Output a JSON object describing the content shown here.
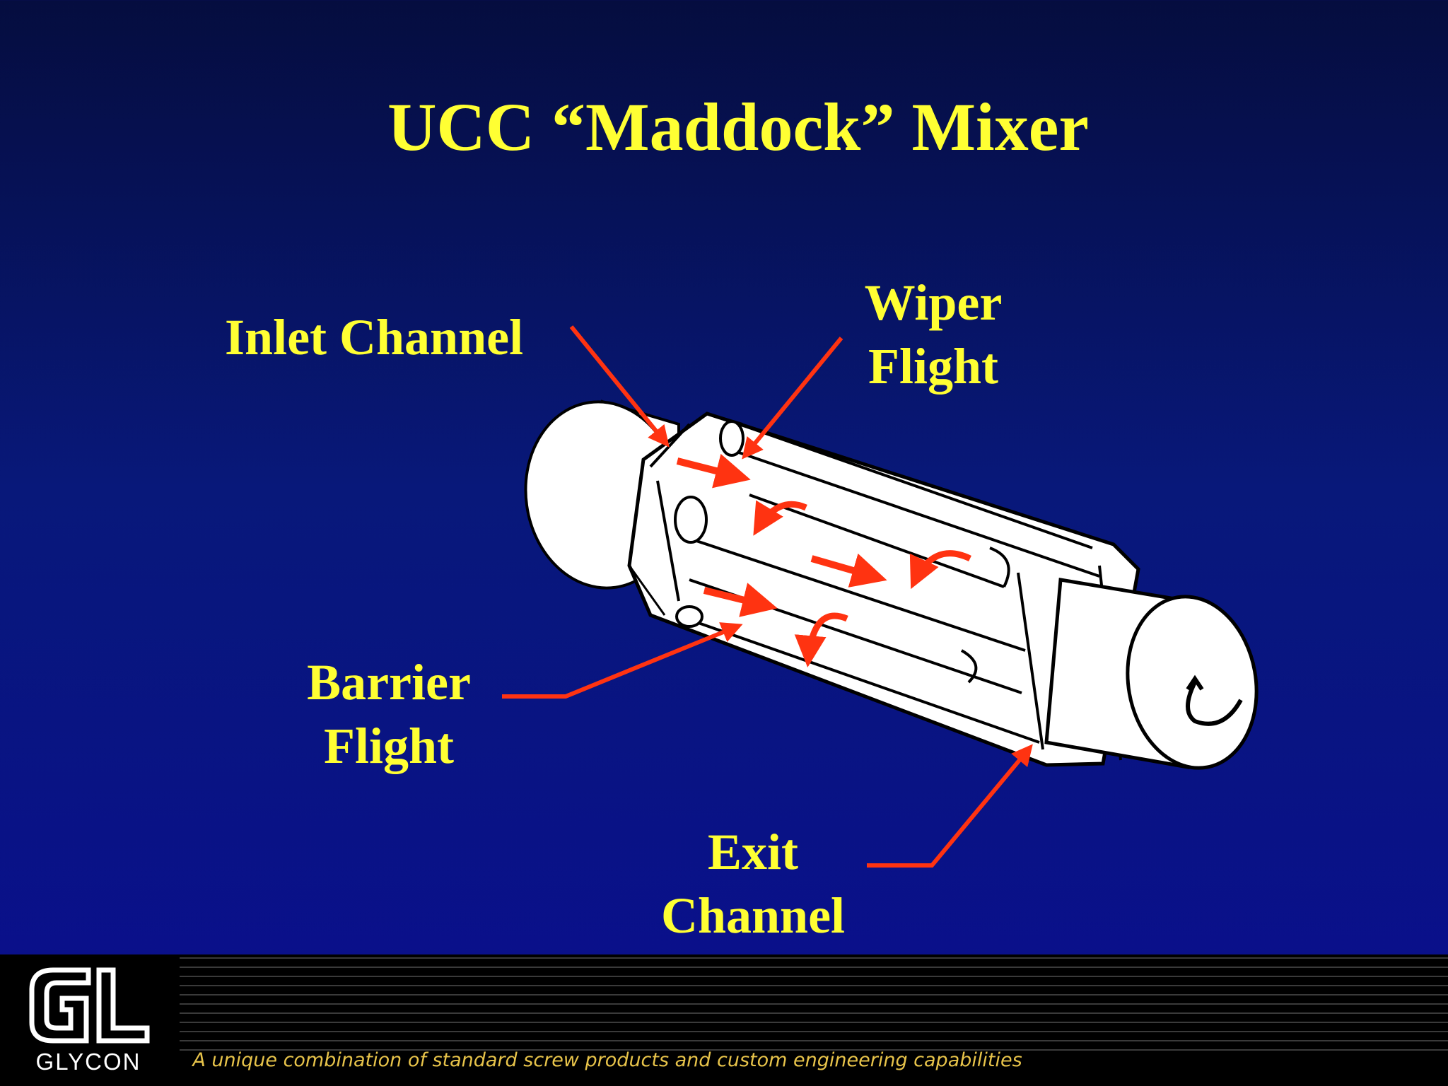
{
  "slide": {
    "title": "UCC “Maddock” Mixer"
  },
  "callouts": {
    "inlet_channel": "Inlet Channel",
    "wiper_flight_line1": "Wiper",
    "wiper_flight_line2": "Flight",
    "barrier_flight_line1": "Barrier",
    "barrier_flight_line2": "Flight",
    "exit_channel_line1": "Exit",
    "exit_channel_line2": "Channel"
  },
  "footer": {
    "logo_text": "GLYCON",
    "tagline": "A unique combination of standard screw products and custom engineering capabilities"
  },
  "colors": {
    "title_text": "#ffff33",
    "arrow": "#ff3311",
    "background_top": "#050d3f",
    "background_bottom": "#0a0e8f",
    "tagline": "#e7c34a"
  }
}
